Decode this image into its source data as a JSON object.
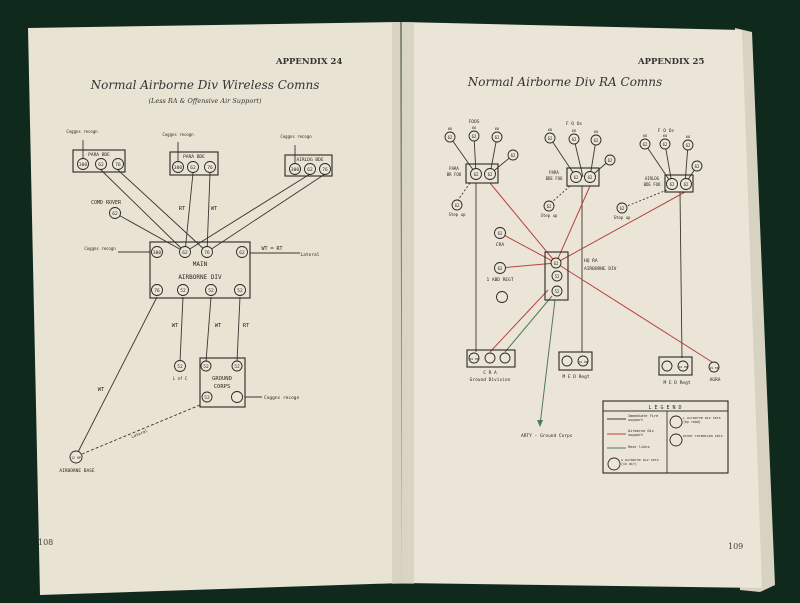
{
  "left_page": {
    "appendix": "APPENDIX 24",
    "title": "Normal Airborne Div Wireless Comns",
    "subtitle": "(Less RA & Offensive Air Support)",
    "page_number": "108",
    "bdes": [
      {
        "name": "PARA BDE",
        "note": "Coggns recogn",
        "sets": [
          "300",
          "62",
          "76"
        ]
      },
      {
        "name": "PARA BDE",
        "note": "Coggns recogn",
        "sets": [
          "300",
          "62",
          "76"
        ]
      },
      {
        "name": "AIRLDG BDE",
        "note": "Coggns recogn",
        "sets": [
          "300",
          "62",
          "76"
        ]
      }
    ],
    "comd_rover": {
      "label": "COMD ROVER",
      "set": "62"
    },
    "links": {
      "rt": "RT",
      "wt": "WT",
      "wt_rt": "WT = RT",
      "lateral": "Lateral",
      "lateral2": "Lateral"
    },
    "main": {
      "line1": "MAIN",
      "line2": "AIRBORNE DIV",
      "top_sets": [
        "300",
        "62",
        "76",
        "62"
      ],
      "bottom_sets": [
        "76",
        "52",
        "52",
        "52"
      ],
      "coggns": "Coggns recogn"
    },
    "ln_set": {
      "set": "52",
      "label": "L of C"
    },
    "ground_corps": {
      "line1": "GROUND",
      "line2": "CORPS",
      "sets": [
        "52",
        "52",
        "52"
      ],
      "coggns": "Coggns recogn"
    },
    "airborne_base": {
      "label": "AIRBORNE BASE",
      "set": "12 HP"
    }
  },
  "right_page": {
    "appendix": "APPENDIX 25",
    "title": "Normal Airborne Div RA Comns",
    "page_number": "109",
    "groups": [
      {
        "header": "FOOS",
        "name1": "PARA",
        "name2": "BR FOO",
        "step_up": "Step up",
        "sets": [
          "62",
          "62",
          "62",
          "62",
          "62",
          "62"
        ],
        "small": [
          "68",
          "68",
          "68"
        ]
      },
      {
        "header": "F O Os",
        "name1": "PARA",
        "name2": "BDE FOO",
        "step_up": "Step up",
        "sets": [
          "62",
          "62",
          "62",
          "62",
          "62",
          "62"
        ],
        "small": [
          "68",
          "68",
          "68"
        ]
      },
      {
        "header": "F O Os",
        "name1": "AIRLDG",
        "name2": "BDE FOO",
        "step_up": "Step up",
        "sets": [
          "62",
          "62",
          "62",
          "62",
          "62",
          "62"
        ],
        "small": [
          "68",
          "68",
          "68"
        ]
      }
    ],
    "step_up_set": "62",
    "cra": {
      "label": "CRA",
      "set": "62"
    },
    "regt": {
      "label": "1 ABD REGT",
      "set": "62"
    },
    "hq": {
      "line1": "HQ RA",
      "line2": "AIRBORNE DIV",
      "sets": [
        "62",
        "52",
        "52"
      ]
    },
    "cra_ground": {
      "line1": "C  R  A",
      "line2": "Ground Division",
      "set": "19 HP"
    },
    "med1": {
      "label": "M E D  Regt",
      "set": "19 HP"
    },
    "med2": {
      "label": "M E D  Regt",
      "set": "19 HP"
    },
    "agra": {
      "label": "AGRA",
      "set": "19 HP"
    },
    "arty": "ARTY - Ground Corps",
    "legend": {
      "title": "L  E  G  E  N  D",
      "items": [
        "Immediate fire support",
        "Airborne Div support",
        "Rear links",
        "G Airborne Div sets (in air)",
        "L Airborne Div sets (by road)",
        "Other formation sets"
      ]
    }
  },
  "colors": {
    "background": "#0f2a1c",
    "paper": "#ece6d8",
    "red_line": "#b8443c",
    "green_line": "#4d7a5a"
  }
}
